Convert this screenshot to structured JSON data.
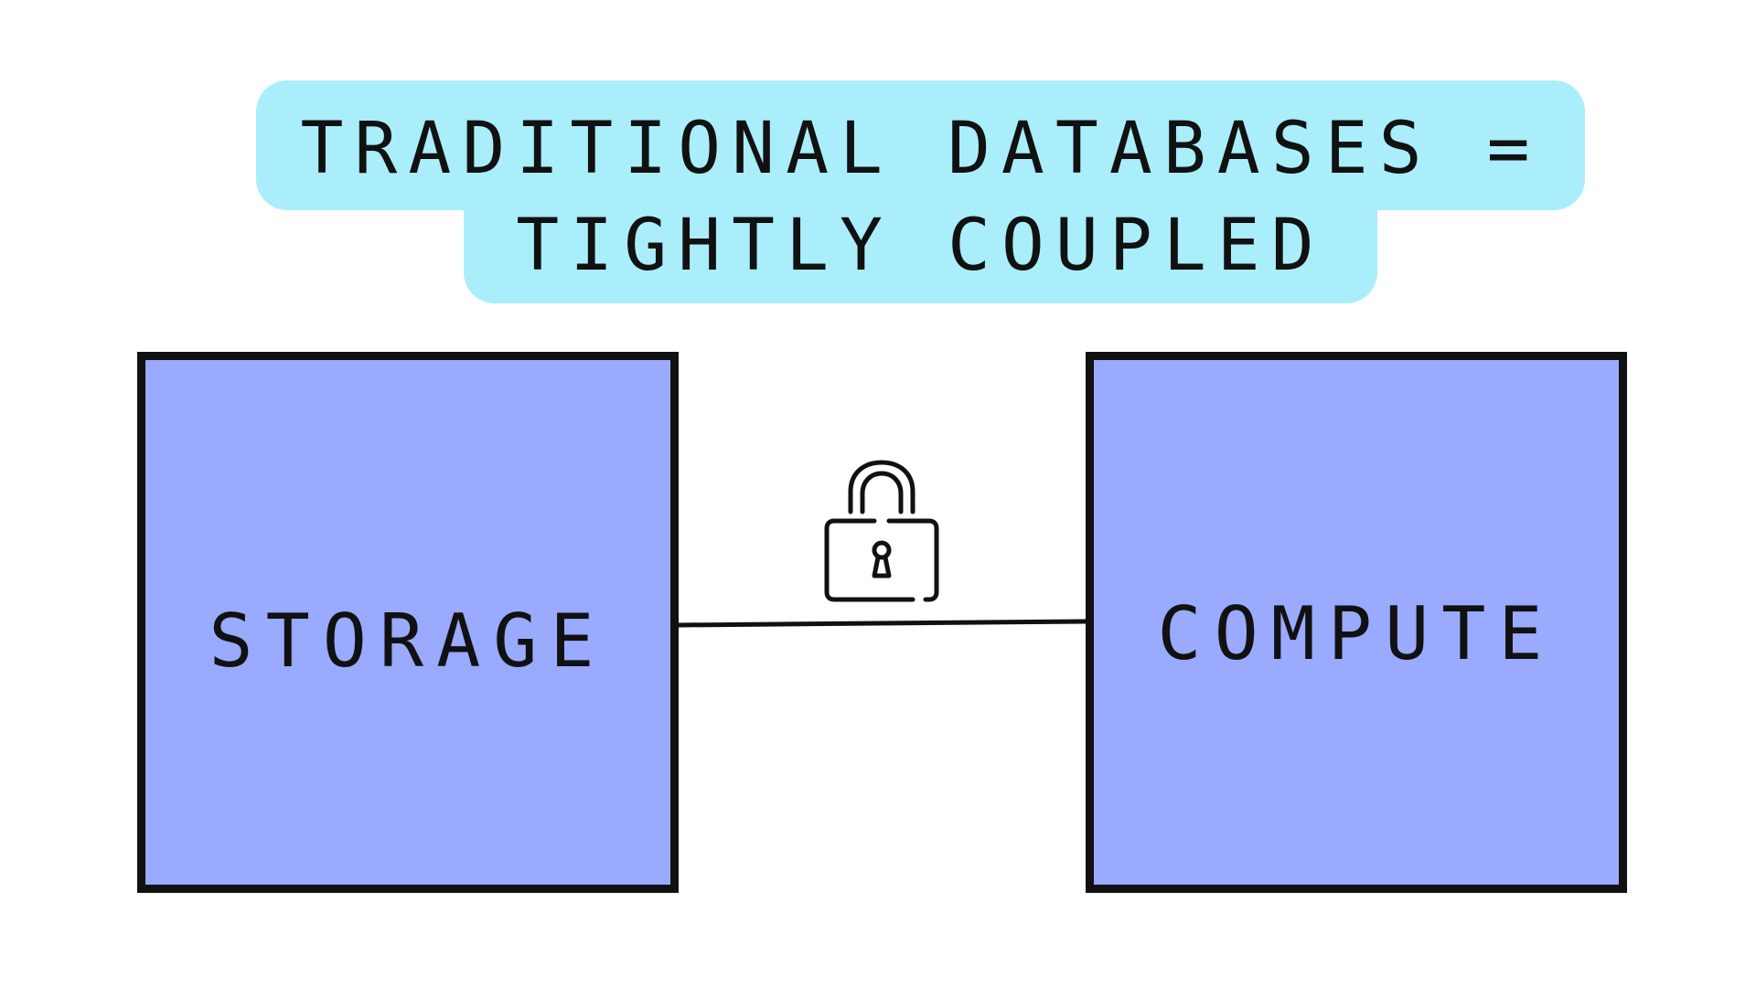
{
  "title": {
    "line1": "TRADITIONAL DATABASES =",
    "line2": "TIGHTLY COUPLED"
  },
  "nodes": {
    "storage": {
      "label": "STORAGE"
    },
    "compute": {
      "label": "COMPUTE"
    }
  },
  "connector": {
    "icon": "padlock-icon"
  },
  "colors": {
    "title_background": "#aaeefc",
    "box_fill": "#9aaafe",
    "outline": "#111111",
    "background": "#ffffff"
  }
}
